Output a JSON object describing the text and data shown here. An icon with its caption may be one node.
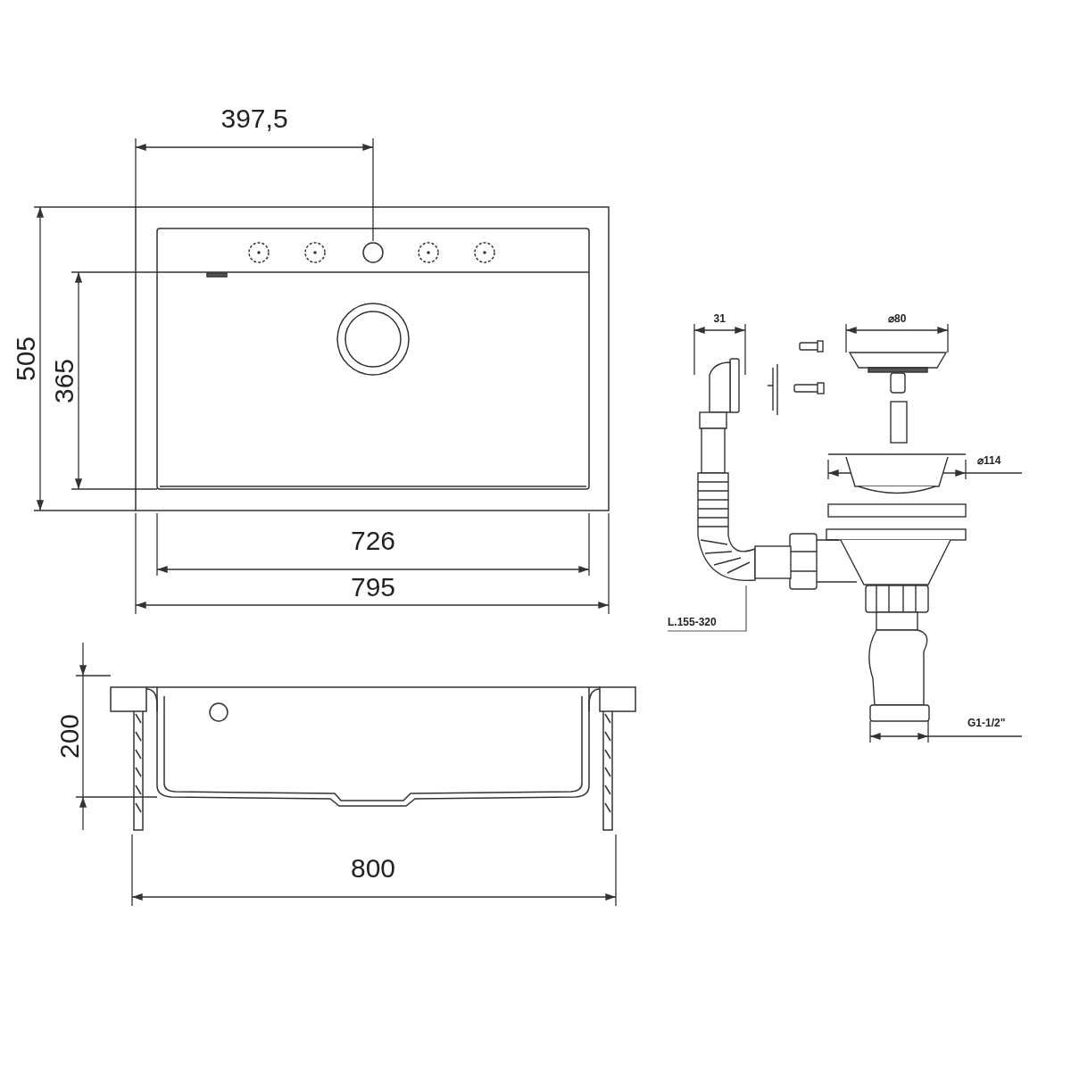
{
  "diagram": {
    "nodes": [
      {
        "text": [
          "L.155-320"
        ]
      },
      {
        "text": [],
        "shape": "picture"
      }
    ],
    "edges": [
      {
        "from": 0,
        "to": 1,
        "arrow": "none"
      }
    ],
    "labels": [
      "397,5",
      "505",
      "365",
      "726",
      "795",
      "200",
      "800",
      "31",
      "⌀80",
      "⌀114",
      "G1-1/2\""
    ]
  }
}
